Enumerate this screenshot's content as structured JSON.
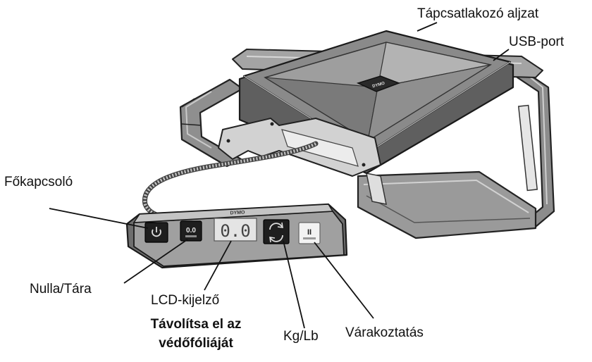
{
  "labels": {
    "power_socket": "Tápcsatlakozó aljzat",
    "usb_port": "USB-port",
    "main_switch": "Főkapcsoló",
    "zero_tare": "Nulla/Tára",
    "lcd_display": "LCD-kijelző",
    "remove_film_line1": "Távolítsa el az",
    "remove_film_line2": "védőfóliáját",
    "kg_lb": "Kg/Lb",
    "hold": "Várakoztatás"
  },
  "device": {
    "brand": "DYMO",
    "lcd_value": "0.0",
    "tare_key_value": "0.0",
    "hold_key_symbol": "II"
  }
}
